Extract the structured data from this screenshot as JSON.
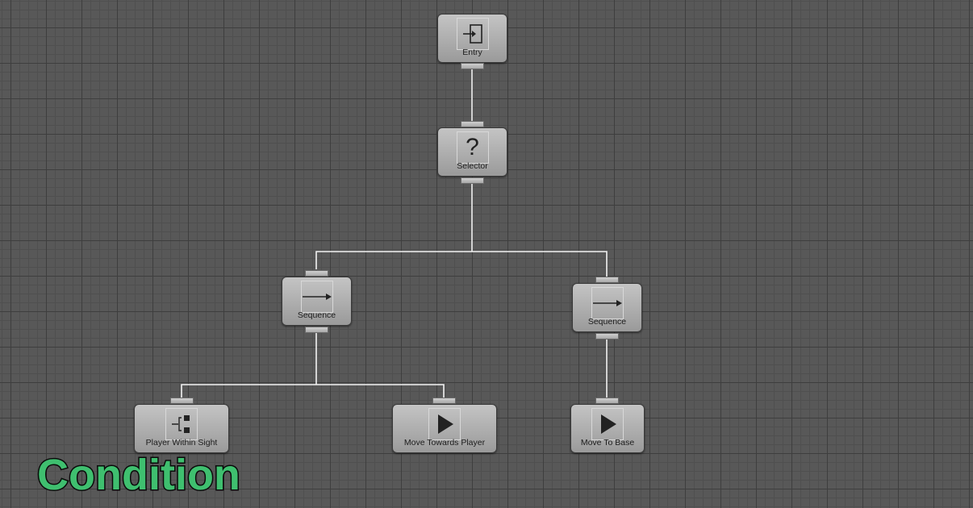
{
  "nodes": {
    "entry": {
      "label": "Entry",
      "icon": "entry-icon"
    },
    "selector": {
      "label": "Selector",
      "icon": "question-icon",
      "glyph": "?"
    },
    "sequence_left": {
      "label": "Sequence",
      "icon": "arrow-right-icon"
    },
    "sequence_right": {
      "label": "Sequence",
      "icon": "arrow-right-icon"
    },
    "player_within_sight": {
      "label": "Player Within Sight",
      "icon": "condition-icon"
    },
    "move_towards_player": {
      "label": "Move Towards Player",
      "icon": "play-icon"
    },
    "move_to_base": {
      "label": "Move To Base",
      "icon": "play-icon"
    }
  },
  "caption": "Condition",
  "colors": {
    "caption": "#3fbf6f",
    "connector": "#ffffff",
    "background": "#585858"
  }
}
